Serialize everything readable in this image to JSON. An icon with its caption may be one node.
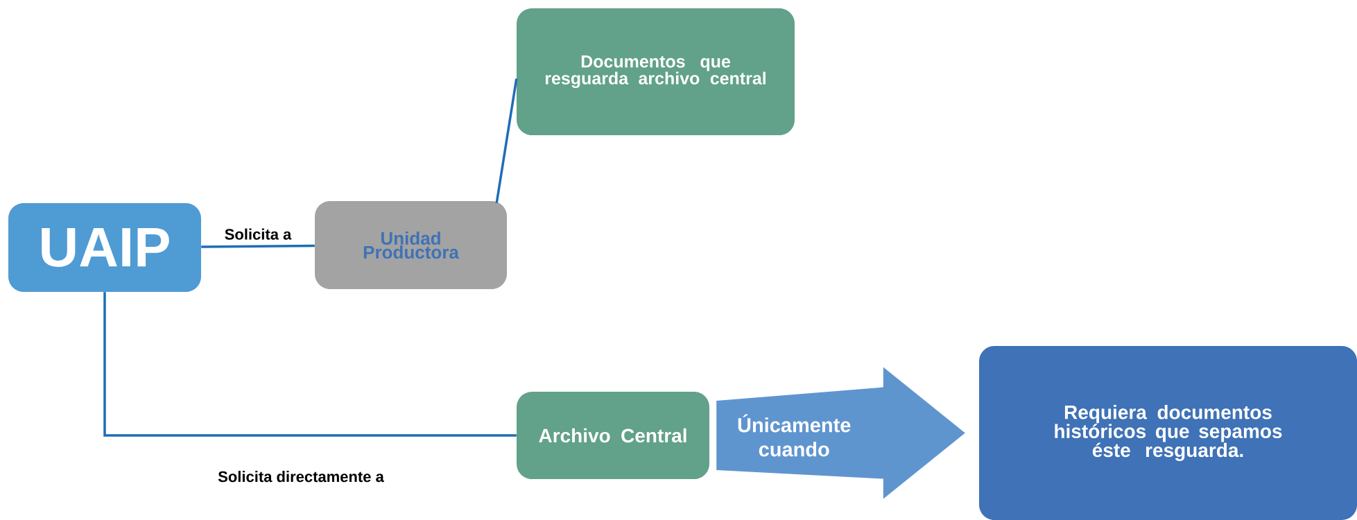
{
  "diagram": {
    "nodes": [
      {
        "text": [
          "UAIP"
        ]
      },
      {
        "text": [
          "Unidad Productora"
        ]
      },
      {
        "text": [
          "Documentos que resguarda archivo central"
        ]
      },
      {
        "text": [
          "Archivo Central"
        ]
      },
      {
        "text": [
          "Requiera documentos históricos que sepamos éste resguarda."
        ]
      }
    ],
    "edges": [
      {
        "from": 0,
        "to": 1,
        "arrow": "none",
        "label": "Solicita a"
      },
      {
        "from": 1,
        "to": 2,
        "arrow": "none"
      },
      {
        "from": 0,
        "to": 3,
        "arrow": "none",
        "label": "Solicita directamente a"
      },
      {
        "from": 3,
        "to": 4,
        "arrow": "to",
        "label": "Únicamente cuando",
        "style": "thick",
        "color": "#5f95cf"
      }
    ]
  }
}
